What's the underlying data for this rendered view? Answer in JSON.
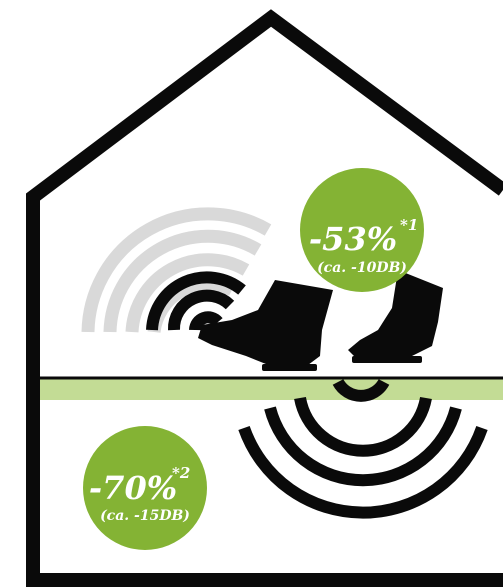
{
  "badges": [
    {
      "percent": "-53%",
      "footnote": "*1",
      "db": "(ca. -10DB)"
    },
    {
      "percent": "-70%",
      "footnote": "*2",
      "db": "(ca. -15DB)"
    }
  ],
  "colors": {
    "outline": "#0a0a0a",
    "badge_green": "#84b334",
    "underlay_band": "#c3dc95",
    "grey_waves": "#d9d9d9",
    "black_waves": "#0a0a0a"
  },
  "icons": {
    "house": "house-outline-icon",
    "airborne_sound": "sound-waves-icon",
    "impact_sound": "impact-waves-icon",
    "footsteps": "boot-icon"
  }
}
